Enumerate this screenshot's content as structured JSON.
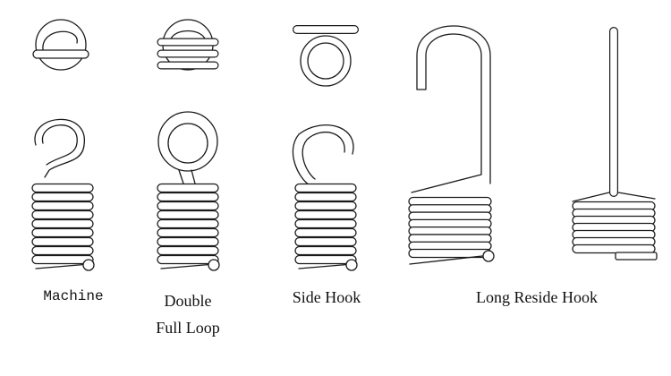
{
  "diagram": {
    "labels": {
      "machine": "Machine",
      "double_line1": "Double",
      "double_line2": "Full Loop",
      "side_hook": "Side Hook",
      "long_reside_hook": "Long Reside Hook"
    },
    "stroke_color": "#1a1a1a",
    "background": "#ffffff"
  }
}
